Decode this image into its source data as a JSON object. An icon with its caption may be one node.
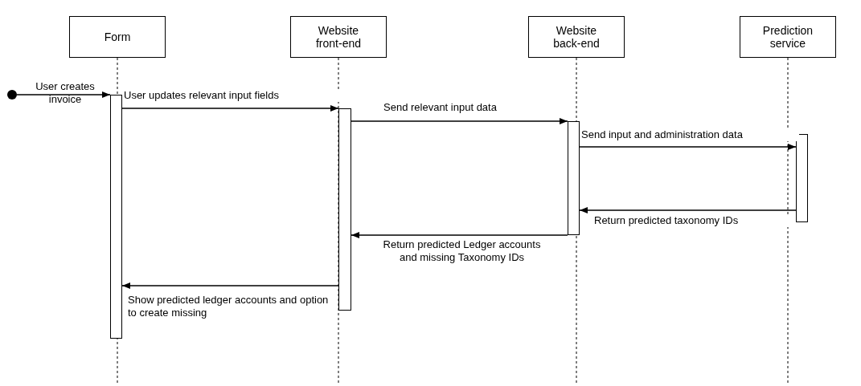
{
  "diagram": {
    "nodes": [
      {
        "text": [
          "Form"
        ]
      },
      {
        "text": [
          "Website front-end"
        ]
      },
      {
        "text": [
          "Website back-end"
        ]
      },
      {
        "text": [
          "Prediction service"
        ]
      },
      {
        "text": [],
        "shape": "circle"
      },
      {
        "text": [],
        "shape": "bar"
      },
      {
        "text": [],
        "shape": "bar"
      },
      {
        "text": [],
        "shape": "bar"
      },
      {
        "text": [],
        "shape": "bar"
      }
    ],
    "edges": [
      {
        "from": 4,
        "to": 5,
        "arrow": "to",
        "label": "User creates invoice"
      },
      {
        "from": 5,
        "to": 6,
        "arrow": "to",
        "label": "User updates relevant input fields"
      },
      {
        "from": 6,
        "to": 7,
        "arrow": "to",
        "label": "Send relevant input data"
      },
      {
        "from": 7,
        "to": 8,
        "arrow": "to",
        "label": "Send input and administration data"
      },
      {
        "from": 8,
        "to": 7,
        "arrow": "to",
        "label": "Return predicted taxonomy IDs"
      },
      {
        "from": 7,
        "to": 6,
        "arrow": "to",
        "label": "Return predicted Ledger accounts and missing Taxonomy IDs"
      },
      {
        "from": 6,
        "to": 5,
        "arrow": "to",
        "label": "Show predicted ledger accounts and option to create missing"
      }
    ]
  }
}
